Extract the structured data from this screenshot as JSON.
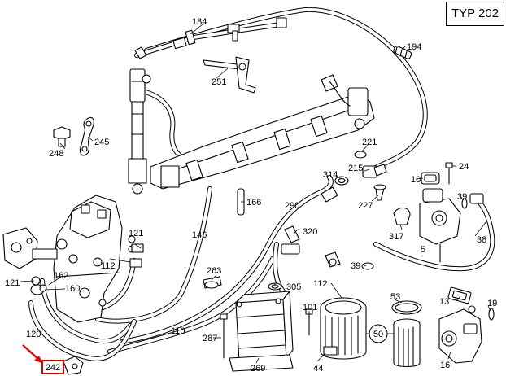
{
  "header": {
    "type_label": "TYP 202"
  },
  "highlight": {
    "part": "242",
    "color": "#e00000"
  },
  "parts": {
    "p184": "184",
    "p194": "194",
    "p251": "251",
    "p248": "248",
    "p245": "245",
    "p221": "221",
    "p314": "314",
    "p215": "215",
    "p10": "10",
    "p24": "24",
    "p227": "227",
    "p39a": "39",
    "p166": "166",
    "p290": "290",
    "p146": "146",
    "p121a": "121",
    "p112a": "112",
    "p320": "320",
    "p317": "317",
    "p5": "5",
    "p38": "38",
    "p263": "263",
    "p162": "162",
    "p121b": "121",
    "p160": "160",
    "p39b": "39",
    "p305": "305",
    "p112b": "112",
    "p53": "53",
    "p13": "13",
    "p19": "19",
    "p101": "101",
    "p120": "120",
    "p110": "110",
    "p287": "287",
    "p50": "50",
    "p44": "44",
    "p269": "269",
    "p16": "16",
    "p242": "242"
  }
}
